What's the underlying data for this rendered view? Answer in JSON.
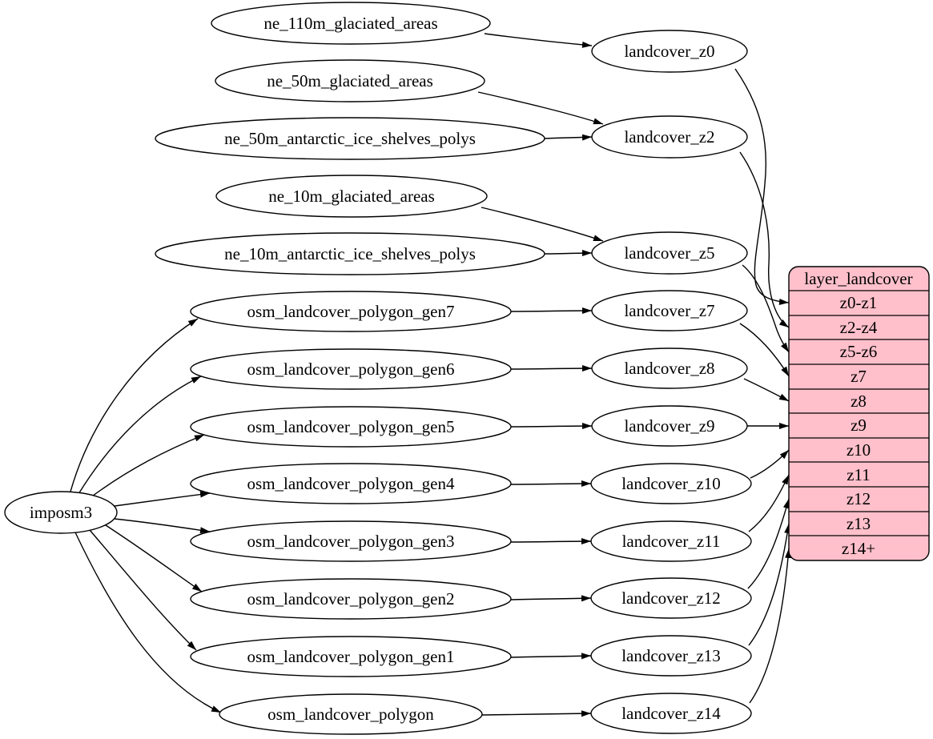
{
  "diagram": {
    "type": "dependency-graph",
    "colors": {
      "background": "#ffffff",
      "node_fill": "#ffffff",
      "node_stroke": "#000000",
      "edge": "#000000",
      "record_fill": "#ffc0cb"
    },
    "nodes": {
      "imposm3": "imposm3",
      "ne_110m_glaciated_areas": "ne_110m_glaciated_areas",
      "ne_50m_glaciated_areas": "ne_50m_glaciated_areas",
      "ne_50m_antarctic_ice_shelves_polys": "ne_50m_antarctic_ice_shelves_polys",
      "ne_10m_glaciated_areas": "ne_10m_glaciated_areas",
      "ne_10m_antarctic_ice_shelves_polys": "ne_10m_antarctic_ice_shelves_polys",
      "osm_landcover_polygon_gen7": "osm_landcover_polygon_gen7",
      "osm_landcover_polygon_gen6": "osm_landcover_polygon_gen6",
      "osm_landcover_polygon_gen5": "osm_landcover_polygon_gen5",
      "osm_landcover_polygon_gen4": "osm_landcover_polygon_gen4",
      "osm_landcover_polygon_gen3": "osm_landcover_polygon_gen3",
      "osm_landcover_polygon_gen2": "osm_landcover_polygon_gen2",
      "osm_landcover_polygon_gen1": "osm_landcover_polygon_gen1",
      "osm_landcover_polygon": "osm_landcover_polygon",
      "landcover_z0": "landcover_z0",
      "landcover_z2": "landcover_z2",
      "landcover_z5": "landcover_z5",
      "landcover_z7": "landcover_z7",
      "landcover_z8": "landcover_z8",
      "landcover_z9": "landcover_z9",
      "landcover_z10": "landcover_z10",
      "landcover_z11": "landcover_z11",
      "landcover_z12": "landcover_z12",
      "landcover_z13": "landcover_z13",
      "landcover_z14": "landcover_z14"
    },
    "record": {
      "title": "layer_landcover",
      "rows": [
        "z0-z1",
        "z2-z4",
        "z5-z6",
        "z7",
        "z8",
        "z9",
        "z10",
        "z11",
        "z12",
        "z13",
        "z14+"
      ]
    },
    "edges": [
      [
        "ne_110m_glaciated_areas",
        "landcover_z0"
      ],
      [
        "ne_50m_glaciated_areas",
        "landcover_z2"
      ],
      [
        "ne_50m_antarctic_ice_shelves_polys",
        "landcover_z2"
      ],
      [
        "ne_10m_glaciated_areas",
        "landcover_z5"
      ],
      [
        "ne_10m_antarctic_ice_shelves_polys",
        "landcover_z5"
      ],
      [
        "imposm3",
        "osm_landcover_polygon_gen7"
      ],
      [
        "imposm3",
        "osm_landcover_polygon_gen6"
      ],
      [
        "imposm3",
        "osm_landcover_polygon_gen5"
      ],
      [
        "imposm3",
        "osm_landcover_polygon_gen4"
      ],
      [
        "imposm3",
        "osm_landcover_polygon_gen3"
      ],
      [
        "imposm3",
        "osm_landcover_polygon_gen2"
      ],
      [
        "imposm3",
        "osm_landcover_polygon_gen1"
      ],
      [
        "imposm3",
        "osm_landcover_polygon"
      ],
      [
        "osm_landcover_polygon_gen7",
        "landcover_z7"
      ],
      [
        "osm_landcover_polygon_gen6",
        "landcover_z8"
      ],
      [
        "osm_landcover_polygon_gen5",
        "landcover_z9"
      ],
      [
        "osm_landcover_polygon_gen4",
        "landcover_z10"
      ],
      [
        "osm_landcover_polygon_gen3",
        "landcover_z11"
      ],
      [
        "osm_landcover_polygon_gen2",
        "landcover_z12"
      ],
      [
        "osm_landcover_polygon_gen1",
        "landcover_z13"
      ],
      [
        "osm_landcover_polygon",
        "landcover_z14"
      ],
      [
        "landcover_z0",
        "layer_landcover.z0-z1"
      ],
      [
        "landcover_z2",
        "layer_landcover.z2-z4"
      ],
      [
        "landcover_z5",
        "layer_landcover.z5-z6"
      ],
      [
        "landcover_z7",
        "layer_landcover.z7"
      ],
      [
        "landcover_z8",
        "layer_landcover.z8"
      ],
      [
        "landcover_z9",
        "layer_landcover.z9"
      ],
      [
        "landcover_z10",
        "layer_landcover.z10"
      ],
      [
        "landcover_z11",
        "layer_landcover.z11"
      ],
      [
        "landcover_z12",
        "layer_landcover.z12"
      ],
      [
        "landcover_z13",
        "layer_landcover.z13"
      ],
      [
        "landcover_z14",
        "layer_landcover.z14+"
      ]
    ]
  }
}
